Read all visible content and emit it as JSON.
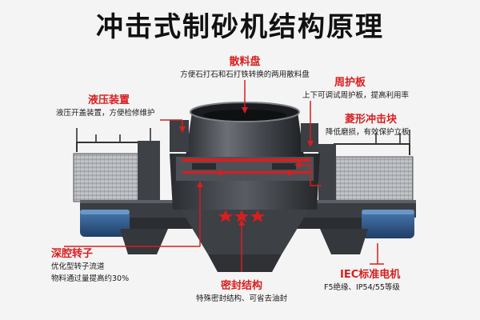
{
  "title": "冲击式制砂机结构原理",
  "labels": {
    "sanliaopan": {
      "heading": "散料盘",
      "desc": "方便石打石和石打铁转换的两用散料盘"
    },
    "zhouhuban": {
      "heading": "周护板",
      "desc": "上下可调试周护板，提高利用率"
    },
    "yeya": {
      "heading": "液压装置",
      "desc": "液压开盖装置，方便检修维护"
    },
    "lingxing": {
      "heading": "菱形冲击块",
      "desc": "降低磨损，有效保护立板"
    },
    "shenqiang": {
      "heading": "深腔转子",
      "desc_lines": [
        "优化型转子流道",
        "物料通过量提高约30%"
      ]
    },
    "iec": {
      "heading": "IEC标准电机",
      "desc": "F5绝缘、IP54/55等级"
    },
    "mifeng": {
      "heading": "密封结构",
      "desc": "特殊密封结构、可省去油封"
    }
  },
  "colors": {
    "accent": "#d81e1e",
    "text": "#1a1a1a",
    "background": "#f4f4f4",
    "machine_dark": "#3a3d42",
    "motor_blue": "#2d5a8c"
  }
}
